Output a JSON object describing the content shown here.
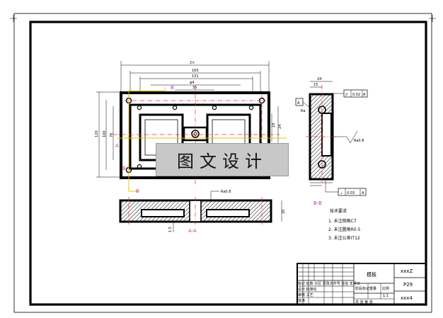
{
  "drawing": {
    "dims": {
      "overall_width": "2×",
      "width_165": "165",
      "width_131": "131",
      "width_b": "φ4",
      "width_35": "35",
      "height_left_1": "120",
      "height_left_2": "100",
      "height_left_3": "76",
      "height_right_1": "18",
      "height_right_2": "24",
      "section_height": "20",
      "section_1": "1.5",
      "side_top": "24",
      "side_15": "15"
    },
    "section_labels": {
      "a_left": "A",
      "b_top": "B",
      "b_bottom": "B",
      "aa": "A-A",
      "bb": "B-B"
    },
    "tolerances": {
      "parallel_symbol": "//",
      "parallel_value": "0.02",
      "parallel_datum": "A",
      "perp_symbol": "⊥",
      "perp_value": "0.03",
      "perp_datum": "A",
      "datum_a": "A",
      "roughness_1": "Ra0.8",
      "roughness_2": "Ra0.8"
    },
    "notes": {
      "title": "技术要求",
      "line1": "1. 未注倒角C7",
      "line2": "2. 未注圆角R0.5",
      "line3": "3. 未注公差IT12"
    },
    "title_block": {
      "part_name": "模板",
      "code_top": "xxxZ",
      "code_mid": "P29",
      "code_bot": "xxx4",
      "scale_label": "比例",
      "weight_label": "重量",
      "scale_value": "1:1",
      "material_row": "标记 处数 分区 更改文件号 签名 年月日",
      "design_row": "设计 标准化",
      "check_row": "审核 工艺",
      "approve_row": "批准",
      "stage_label": "阶段标记",
      "sheet_row": "共 张 第 张"
    },
    "watermark": "图文设计"
  }
}
